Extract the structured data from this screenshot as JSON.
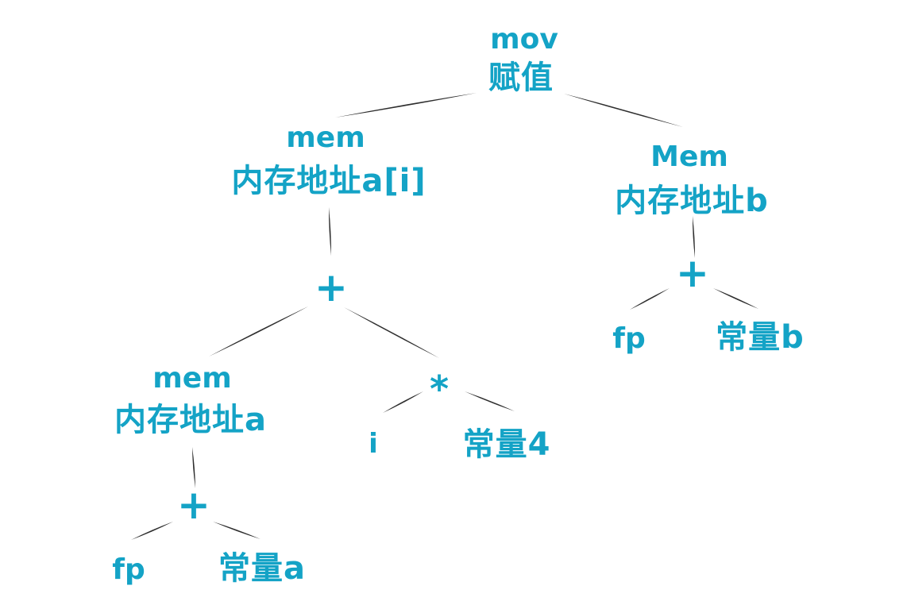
{
  "diagram": {
    "colors": {
      "text": "#14a3c6",
      "line": "#2e2e2e",
      "background": "#ffffff"
    },
    "nodes": {
      "root_op": "mov",
      "root_cn": "赋值",
      "dst_op": "mem",
      "dst_cn": "内存地址a[i]",
      "src_op": "Mem",
      "src_cn": "内存地址b",
      "plus_ai": "+",
      "mem_a_op": "mem",
      "mem_a_cn": "内存地址a",
      "star": "*",
      "index_i": "i",
      "const_4": "常量4",
      "plus_a": "+",
      "fp_a": "fp",
      "const_a": "常量a",
      "plus_b": "+",
      "fp_b": "fp",
      "const_b": "常量b"
    }
  }
}
